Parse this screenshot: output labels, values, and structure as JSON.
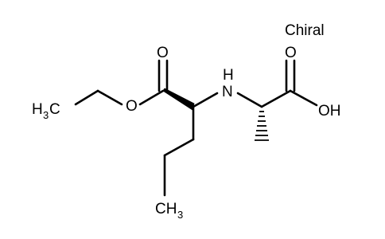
{
  "molecule": {
    "chirality_label": "Chiral",
    "atoms": {
      "ester_carbonyl_oxygen": "O",
      "ester_oxygen": "O",
      "ethyl_methyl": {
        "main": "H",
        "sub": "3",
        "tail": "C"
      },
      "amine": "H",
      "amine_atom": "N",
      "acid_carbonyl_oxygen": "O",
      "hydroxyl": "OH",
      "propyl_methyl": {
        "main": "CH",
        "sub": "3"
      }
    }
  }
}
